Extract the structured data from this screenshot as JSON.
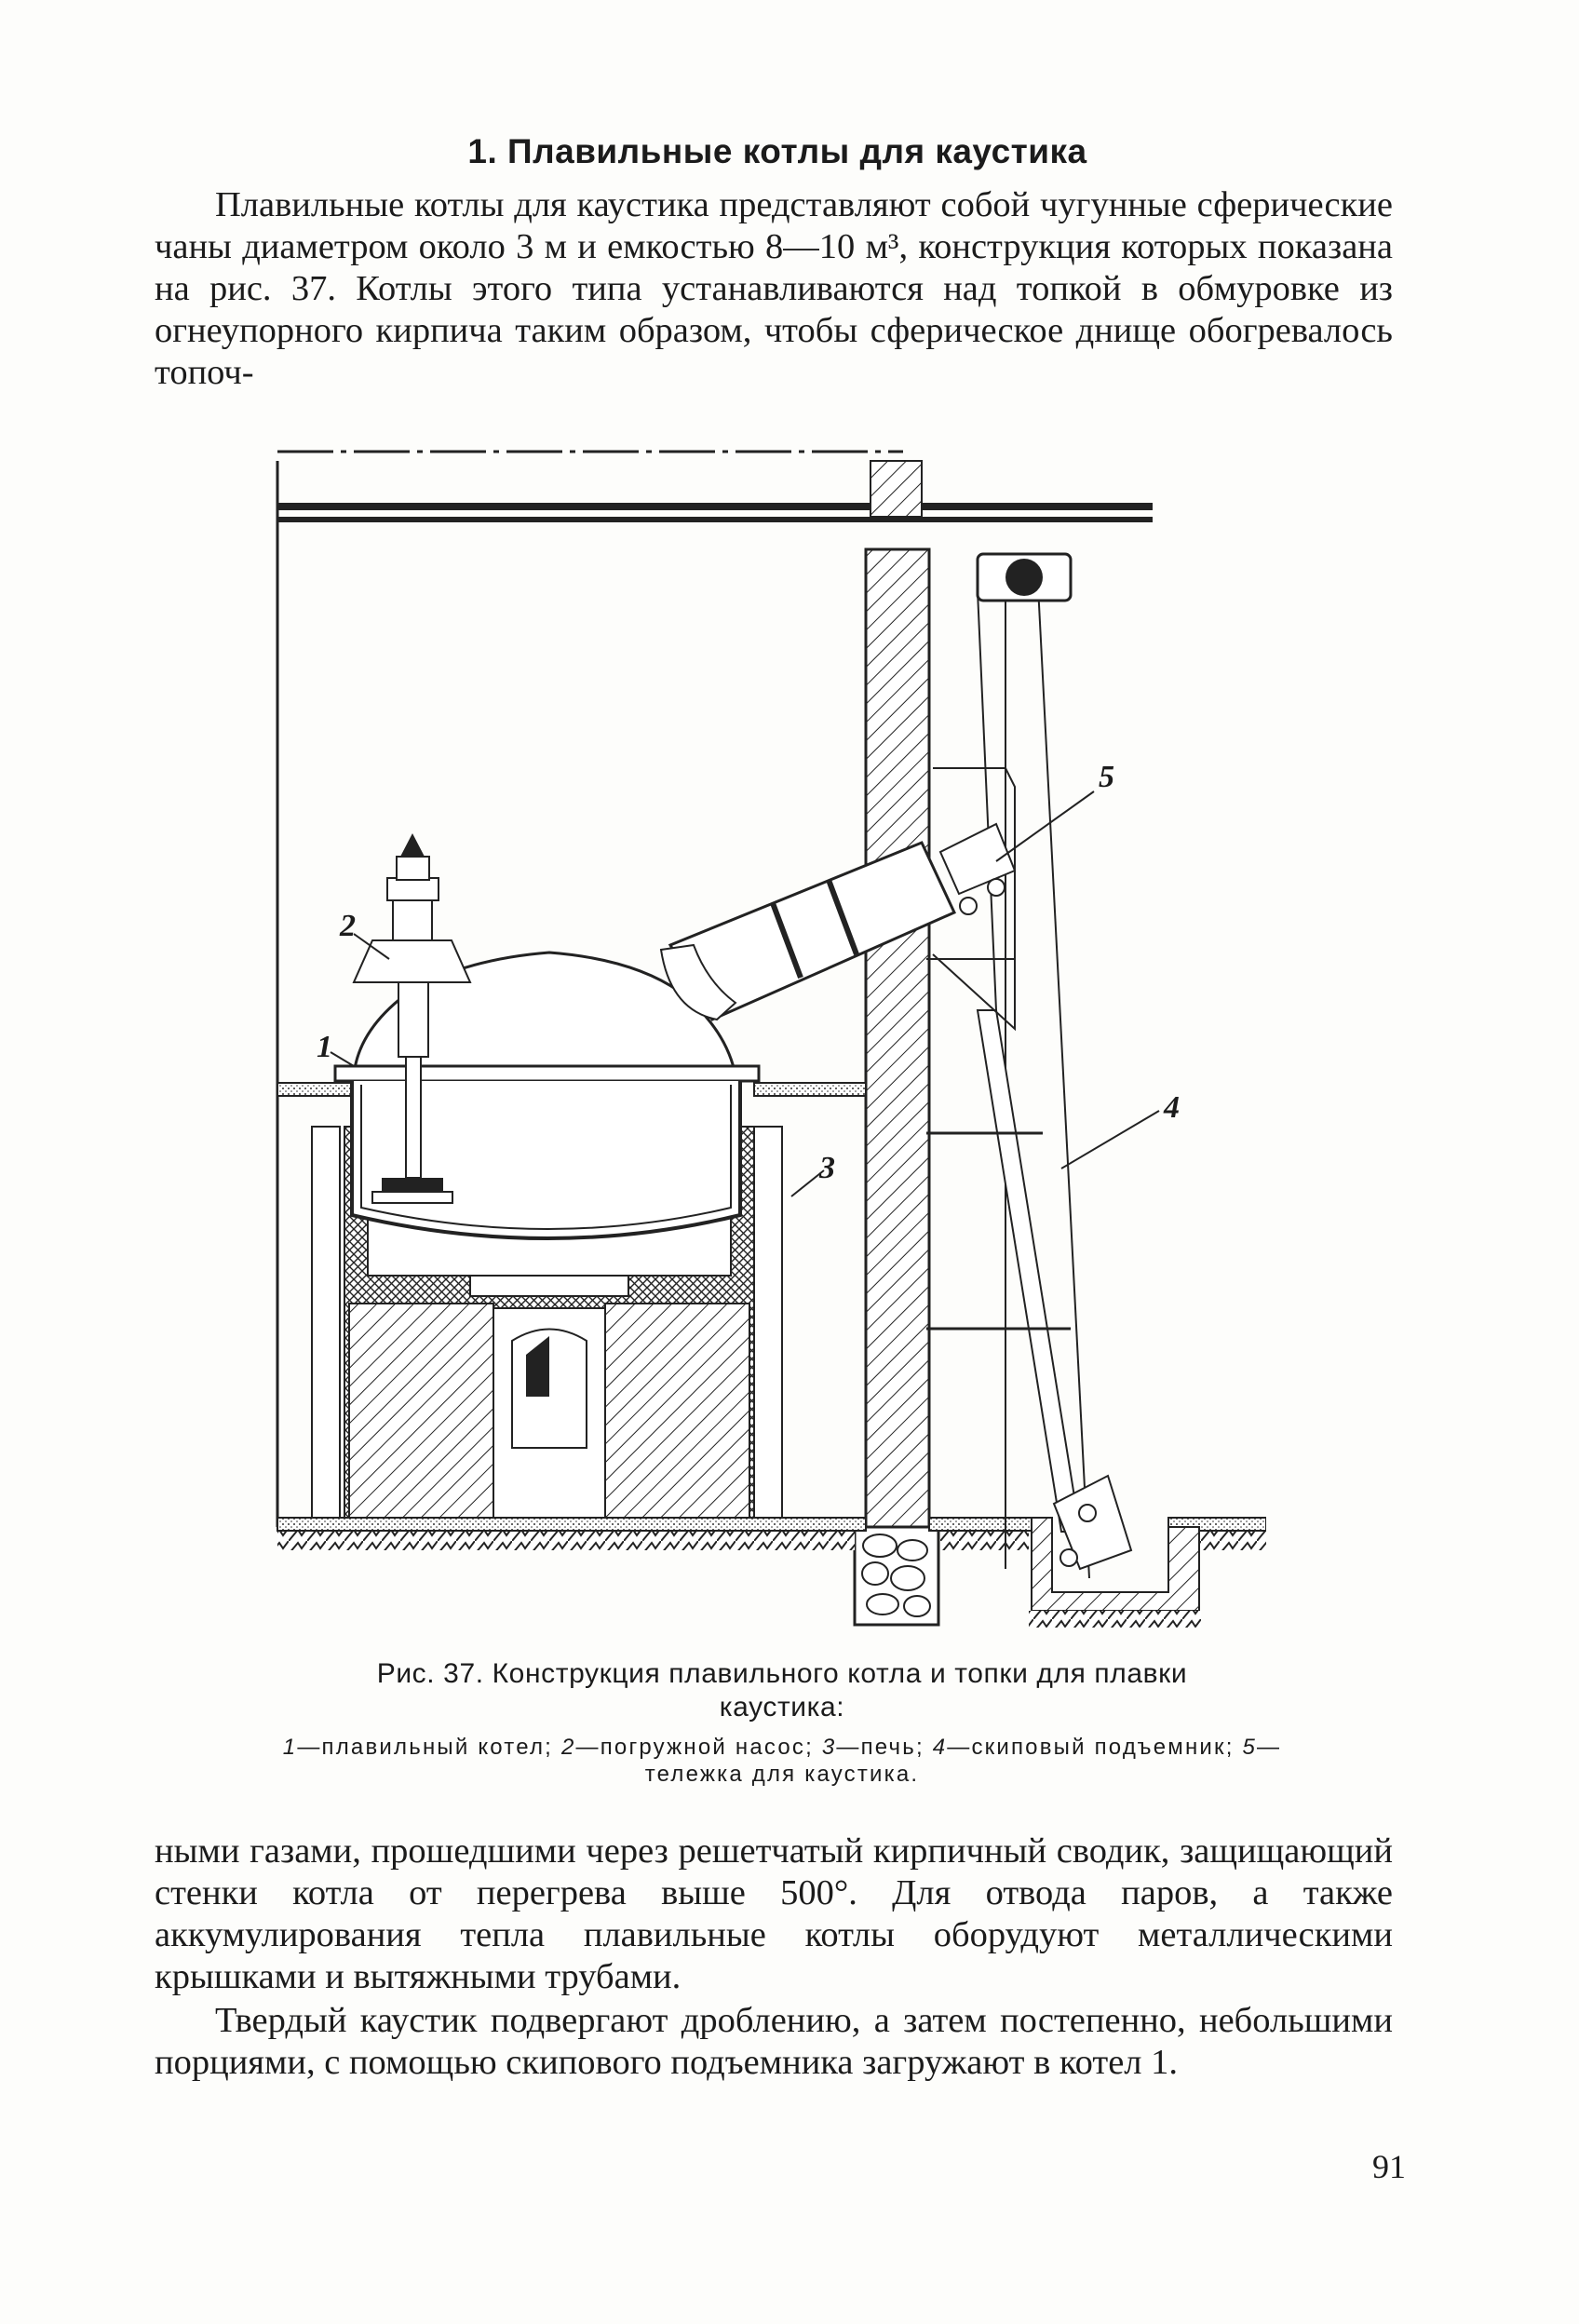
{
  "section": {
    "title": "1. Плавильные котлы для каустика"
  },
  "paragraph_1": "Плавильные котлы для каустика представляют собой чугунные сферические чаны диаметром около 3 м и емкостью 8—10 м³, конструкция которых показана на рис. 37. Котлы этого типа устанавливаются над топкой в обмуровке из огнеупорного кирпича таким образом, чтобы сферическое днище обогревалось топоч-",
  "figure": {
    "callouts": [
      "1",
      "2",
      "3",
      "4",
      "5"
    ],
    "caption_line1": "Рис. 37. Конструкция плавильного котла и топки для плавки",
    "caption_line2": "каустика:",
    "legend": {
      "item1_num": "1",
      "item1_text": "—плавильный котел;",
      "item2_num": "2",
      "item2_text": "—погружной насос;",
      "item3_num": "3",
      "item3_text": "—печь;",
      "item4_num": "4",
      "item4_text": "—скиповый подъемник;",
      "item5_num": "5",
      "item5_text": "—тележка для каустика."
    }
  },
  "paragraph_2": "ными газами, прошедшими через решетчатый кирпичный сводик, защищающий стенки котла от перегрева выше 500°. Для отвода паров, а также аккумулирования тепла плавильные котлы оборудуют металлическими крышками и вытяжными трубами.",
  "paragraph_3": "Твердый каустик подвергают дроблению, а затем постепенно, небольшими порциями, с помощью скипового подъемника загружают в котел 1.",
  "page_number": "91"
}
